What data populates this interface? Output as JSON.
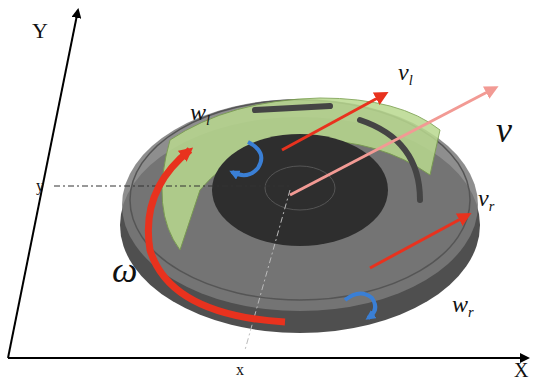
{
  "diagram": {
    "labels": [
      "Y",
      "y",
      "x",
      "X",
      "ω",
      "v",
      "wl",
      "vl",
      "vr",
      "wr"
    ]
  }
}
